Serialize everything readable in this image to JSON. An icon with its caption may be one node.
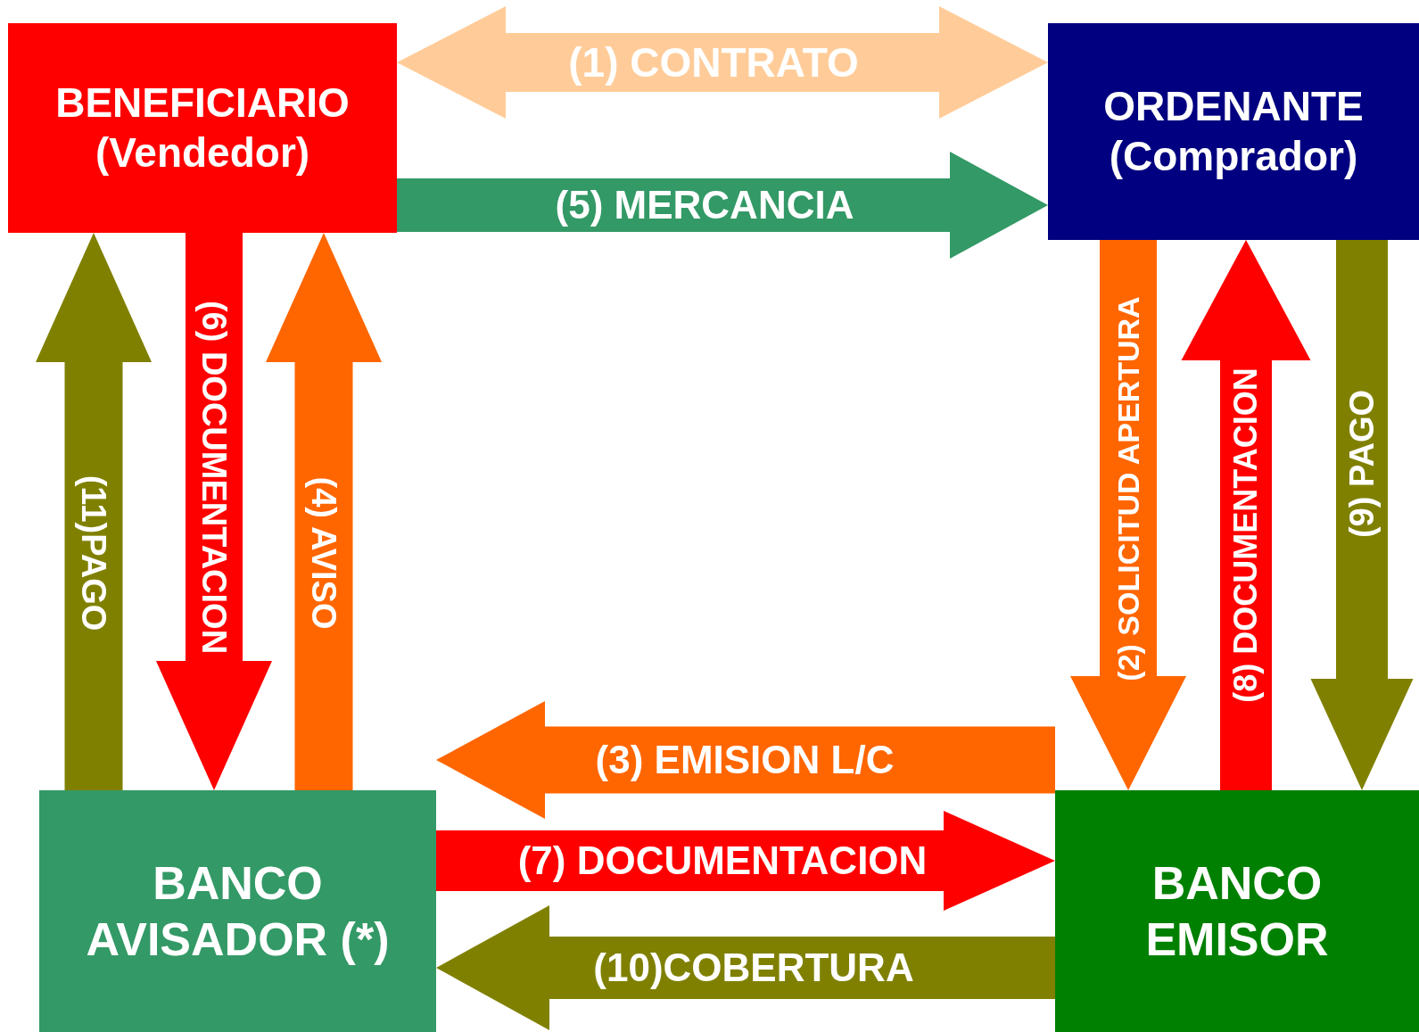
{
  "diagram": {
    "nodes": [
      {
        "text": [
          "BENEFICIARIO (Vendedor)"
        ]
      },
      {
        "text": [
          "ORDENANTE (Comprador)"
        ]
      },
      {
        "text": [
          "BANCO AVISADOR (*)"
        ]
      },
      {
        "text": [
          "BANCO EMISOR"
        ]
      }
    ],
    "edges": [
      {
        "from": 0,
        "to": 1,
        "arrow": "both",
        "label": "(1) CONTRATO",
        "style": "thick",
        "color": "#ffcc99"
      },
      {
        "from": 0,
        "to": 1,
        "arrow": "to",
        "label": "(5) MERCANCIA",
        "style": "thick",
        "color": "#339966"
      },
      {
        "from": 0,
        "to": 2,
        "arrow": "to",
        "label": "(6) DOCUMENTACION",
        "style": "thick",
        "color": "#ff0000"
      },
      {
        "from": 2,
        "to": 0,
        "arrow": "to",
        "label": "(11)PAGO",
        "style": "thick",
        "color": "#808000"
      },
      {
        "from": 2,
        "to": 0,
        "arrow": "to",
        "label": "(4) AVISO",
        "style": "thick",
        "color": "#ff6600"
      },
      {
        "from": 1,
        "to": 3,
        "arrow": "to",
        "label": "(2) SOLICITUD APERTURA",
        "style": "thick",
        "color": "#ff6600"
      },
      {
        "from": 3,
        "to": 1,
        "arrow": "to",
        "label": "(8) DOCUMENTACION",
        "style": "thick",
        "color": "#ff0000"
      },
      {
        "from": 1,
        "to": 3,
        "arrow": "to",
        "label": "(9) PAGO",
        "style": "thick",
        "color": "#808000"
      },
      {
        "from": 3,
        "to": 2,
        "arrow": "to",
        "label": "(3) EMISION L/C",
        "style": "thick",
        "color": "#ff6600"
      },
      {
        "from": 2,
        "to": 3,
        "arrow": "to",
        "label": "(7) DOCUMENTACION",
        "style": "thick",
        "color": "#ff0000"
      },
      {
        "from": 3,
        "to": 2,
        "arrow": "to",
        "label": "(10)COBERTURA",
        "style": "thick",
        "color": "#808000"
      }
    ]
  }
}
